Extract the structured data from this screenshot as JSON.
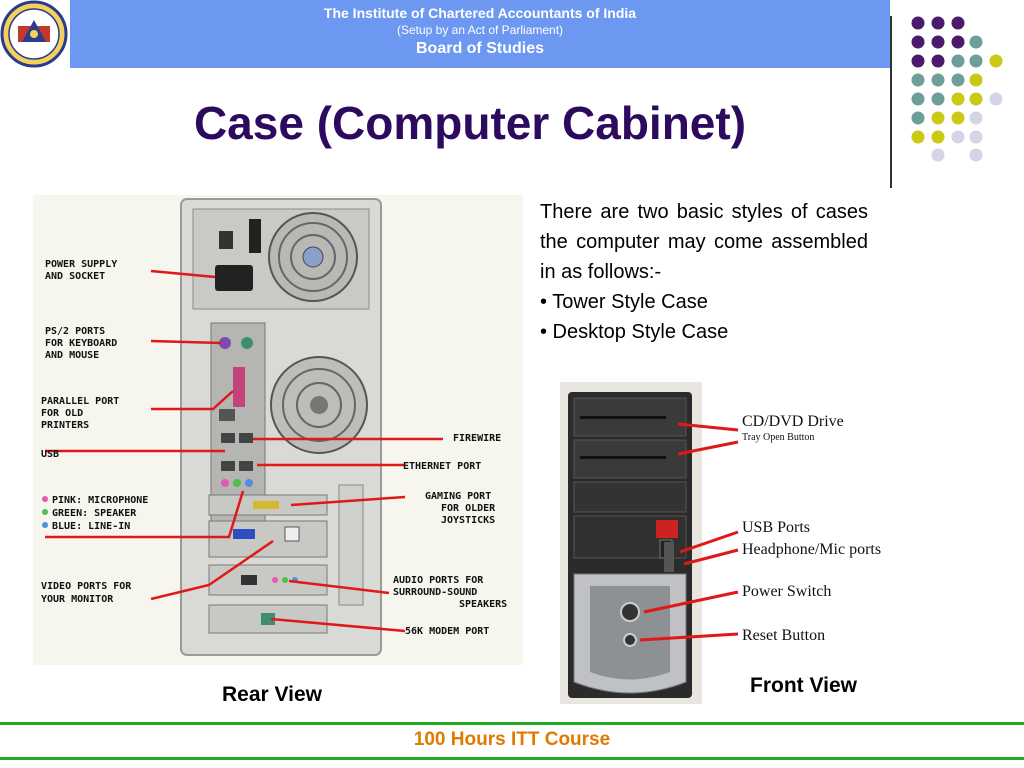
{
  "header": {
    "line1": "The Institute of Chartered Accountants of India",
    "line2": "(Setup by an Act of Parliament)",
    "line3": "Board of Studies"
  },
  "title": "Case (Computer Cabinet)",
  "intro": "There are two basic styles of cases the computer may come assembled in as follows:-",
  "bullets": [
    "• Tower Style Case",
    "• Desktop Style Case"
  ],
  "rear": {
    "caption": "Rear View",
    "left_labels": {
      "power1": "POWER SUPPLY",
      "power2": "AND SOCKET",
      "ps1": "PS/2 PORTS",
      "ps2": "FOR KEYBOARD",
      "ps3": "AND MOUSE",
      "par1": "PARALLEL PORT",
      "par2": "FOR OLD",
      "par3": "PRINTERS",
      "usb": "USB",
      "pink": "PINK: MICROPHONE",
      "green": "GREEN: SPEAKER",
      "blue": "BLUE: LINE-IN",
      "vid1": "VIDEO PORTS FOR",
      "vid2": "YOUR MONITOR"
    },
    "right_labels": {
      "firewire": "FIREWIRE",
      "ethernet": "ETHERNET PORT",
      "game1": "GAMING PORT",
      "game2": "FOR OLDER",
      "game3": "JOYSTICKS",
      "audio1": "AUDIO PORTS FOR",
      "audio2": "SURROUND-SOUND",
      "audio3": "SPEAKERS",
      "modem": "56K MODEM PORT"
    }
  },
  "front": {
    "caption": "Front View",
    "labels": {
      "cd": "CD/DVD Drive",
      "tray": "Tray Open Button",
      "usb": "USB Ports",
      "headphone": "Headphone/Mic ports",
      "power": "Power Switch",
      "reset": "Reset Button"
    }
  },
  "footer": "100 Hours ITT Course",
  "colors": {
    "header_band": "#6d98f2",
    "title": "#2c0a5e",
    "footer_text": "#e07a00",
    "footer_lines": "#22aa22",
    "dot_purple": "#4b1a6b",
    "dot_teal": "#6e9e9a",
    "dot_yellow": "#c9c916",
    "dot_lavender": "#d4d4e8"
  }
}
